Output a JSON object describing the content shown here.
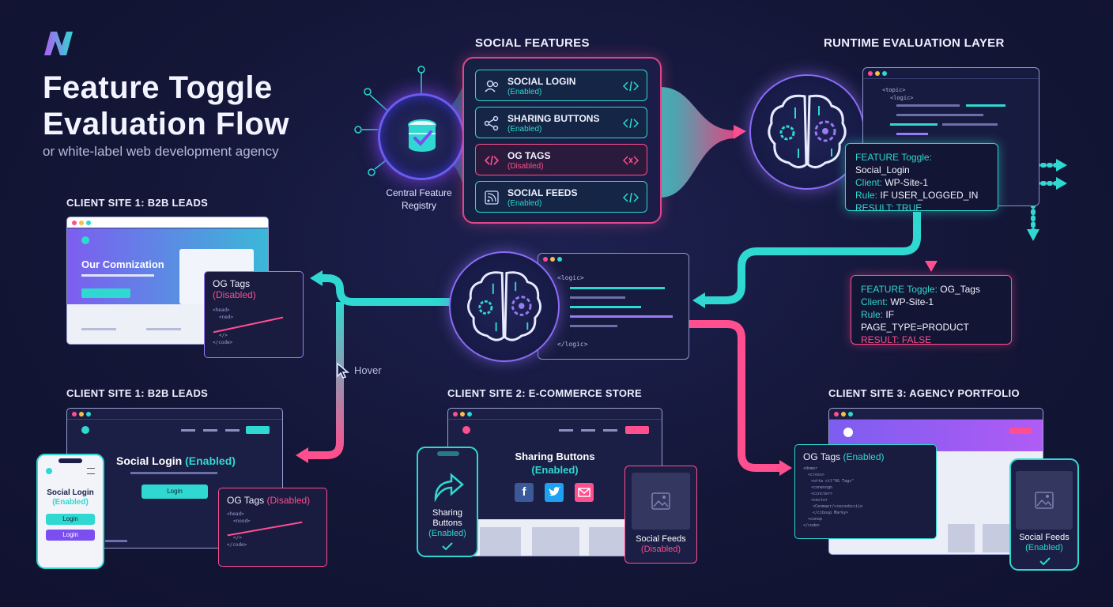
{
  "header": {
    "title_line1": "Feature Toggle",
    "title_line2": "Evaluation Flow",
    "subtitle": "or white-label web development agency"
  },
  "sections": {
    "social_features": "SOCIAL FEATURES",
    "runtime_layer": "RUNTIME EVALUATION LAYER",
    "site1a": "CLIENT SITE 1: B2B LEADS",
    "site1b": "CLIENT SITE 1: B2B LEADS",
    "site2": "CLIENT SITE 2: E-COMMERCE STORE",
    "site3": "CLIENT SITE 3: AGENCY PORTFOLIO"
  },
  "registry": {
    "label_line1": "Central Feature",
    "label_line2": "Registry"
  },
  "features": [
    {
      "name": "SOCIAL LOGIN",
      "status": "(Enabled)",
      "icon": "users-icon"
    },
    {
      "name": "SHARING BUTTONS",
      "status": "(Enabled)",
      "icon": "share-icon"
    },
    {
      "name": "OG TAGS",
      "status": "(Disabled)",
      "icon": "code-icon"
    },
    {
      "name": "SOCIAL FEEDS",
      "status": "(Enabled)",
      "icon": "rss-icon"
    }
  ],
  "eval_true": {
    "k1": "FEATURE Toggle:",
    "v1": "Social_Login",
    "k2": "Client:",
    "v2": "WP-Site-1",
    "k3": "Rule:",
    "v3": "IF USER_LOGGED_IN",
    "k4": "RESULT:",
    "v4": "TRUE"
  },
  "eval_false": {
    "k1": "FEATURE Toggle:",
    "v1": "OG_Tags",
    "k2": "Client:",
    "v2": "WP-Site-1",
    "k3": "Rule:",
    "v3": "IF PAGE_TYPE=PRODUCT",
    "k4": "RESULT:",
    "v4": "FALSE"
  },
  "runtime_code": [
    "<topic>",
    "<logic>"
  ],
  "mid_code": {
    "open": "<logic>",
    "close": "</logic>"
  },
  "hover_label": "Hover",
  "site1a": {
    "hero_text": "Our Comnization",
    "card_title": "OG Tags",
    "card_status": "(Disabled)",
    "code": [
      "<head>",
      "<ned>",
      "</>",
      "</code>"
    ]
  },
  "site1b": {
    "headline": "Social Login",
    "headline_status": "(Enabled)",
    "login_label": "Login",
    "phone_title": "Social Login",
    "phone_status": "(Enabled)",
    "phone_btn1": "Login",
    "phone_btn2": "Login",
    "card_title": "OG Tags",
    "card_status": "(Disabled)",
    "code": [
      "<head>",
      "<nood>",
      "</>",
      "</code>"
    ]
  },
  "site2": {
    "headline": "Sharing Buttons",
    "headline_status": "(Enabled)",
    "phone_l1": "Sharing",
    "phone_l2": "Buttons",
    "phone_status": "(Enabled)",
    "feeds_title": "Social Feeds",
    "feeds_status": "(Disabled)"
  },
  "site3": {
    "card_title": "OG Tags",
    "card_status": "(Enabled)",
    "code": [
      "<dnmer",
      "<cross>",
      "<otta ctl\"OG Tags\"",
      "<conenogn",
      "<ccncter>",
      "<cector",
      "<Ceomaer/>ceconbcciin",
      "</ciboup Marky>",
      "<conop",
      "</code>"
    ],
    "feeds_title": "Social Feeds",
    "feeds_status": "(Enabled)"
  },
  "colors": {
    "cyan": "#2fd8d0",
    "pink": "#ff4f8e",
    "purple": "#8a6cf5",
    "background": "#141637"
  }
}
